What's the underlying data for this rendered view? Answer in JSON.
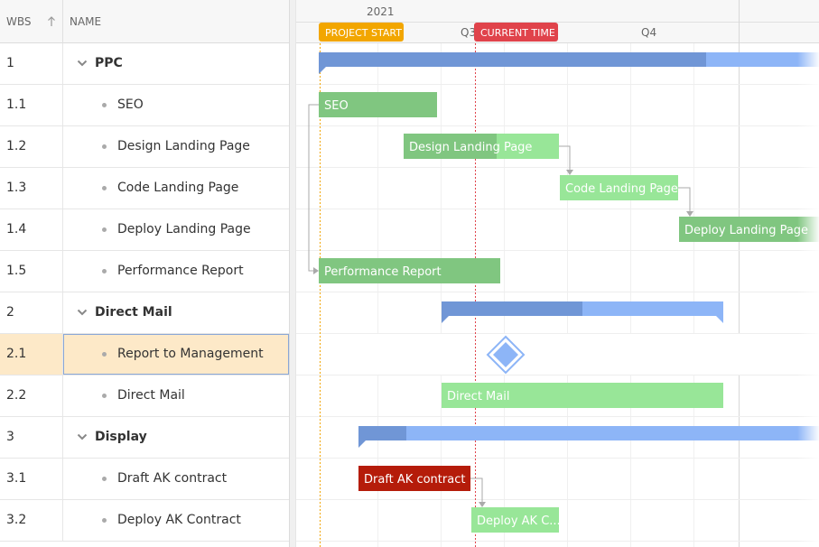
{
  "header": {
    "wbs_label": "WBS",
    "name_label": "NAME",
    "year": "2021",
    "quarters": [
      "Q3",
      "Q4"
    ]
  },
  "markers": {
    "project_start": "PROJECT START",
    "current_time": "CURRENT TIME",
    "project_start_color": "#f2a600",
    "current_time_color": "#e0434b"
  },
  "rows": [
    {
      "wbs": "1",
      "name": "PPC",
      "type": "summary"
    },
    {
      "wbs": "1.1",
      "name": "SEO",
      "type": "leaf"
    },
    {
      "wbs": "1.2",
      "name": "Design Landing Page",
      "type": "leaf"
    },
    {
      "wbs": "1.3",
      "name": "Code Landing Page",
      "type": "leaf"
    },
    {
      "wbs": "1.4",
      "name": "Deploy Landing Page",
      "type": "leaf"
    },
    {
      "wbs": "1.5",
      "name": "Performance Report",
      "type": "leaf"
    },
    {
      "wbs": "2",
      "name": "Direct Mail",
      "type": "summary"
    },
    {
      "wbs": "2.1",
      "name": "Report to Management",
      "type": "leaf",
      "selected": true
    },
    {
      "wbs": "2.2",
      "name": "Direct Mail",
      "type": "leaf"
    },
    {
      "wbs": "3",
      "name": "Display",
      "type": "summary"
    },
    {
      "wbs": "3.1",
      "name": "Draft AK contract",
      "type": "leaf"
    },
    {
      "wbs": "3.2",
      "name": "Deploy AK Contract",
      "type": "leaf"
    }
  ],
  "bars": [
    {
      "label": "SEO"
    },
    {
      "label": "Design Landing Page"
    },
    {
      "label": "Code Landing Page"
    },
    {
      "label": "Deploy Landing Page"
    },
    {
      "label": "Performance Report"
    },
    {
      "label": "Direct Mail"
    },
    {
      "label": "Draft AK contract"
    },
    {
      "label": "Deploy AK C..."
    }
  ],
  "colors": {
    "summary_dark": "#7096d6",
    "summary_light": "#8db5f7",
    "task_green": "#80c680",
    "task_green_light": "#98e698",
    "task_red": "#b51c0a",
    "milestone": "#8db5f7"
  }
}
